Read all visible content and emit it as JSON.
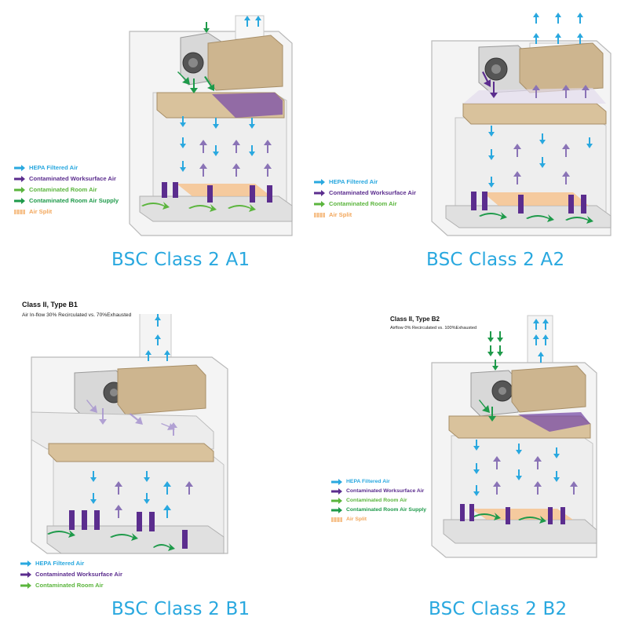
{
  "colors": {
    "hepa": "#29a8df",
    "worksurface": "#5b2d8e",
    "room": "#5bb53d",
    "room_supply": "#1e9a4a",
    "air_split": "#f2a65a",
    "caption": "#29a8df"
  },
  "legend_labels": {
    "hepa": "HEPA Filtered Air",
    "worksurface": "Contaminated Worksurface Air",
    "room": "Contaminated Room Air",
    "room_supply": "Contaminated Room Air Supply",
    "air_split": "Air Split"
  },
  "panels": {
    "a1": {
      "caption": "BSC Class 2 A1"
    },
    "a2": {
      "caption": "BSC Class 2 A2"
    },
    "b1": {
      "caption": "BSC Class 2 B1",
      "title": "Class II, Type B1",
      "subtitle": "Air In-flow 30% Recirculated vs. 70%Exhausted"
    },
    "b2": {
      "caption": "BSC Class 2 B2",
      "title": "Class II, Type B2",
      "subtitle": "Airflow 0% Recirculated vs. 100%Exhausted"
    }
  }
}
